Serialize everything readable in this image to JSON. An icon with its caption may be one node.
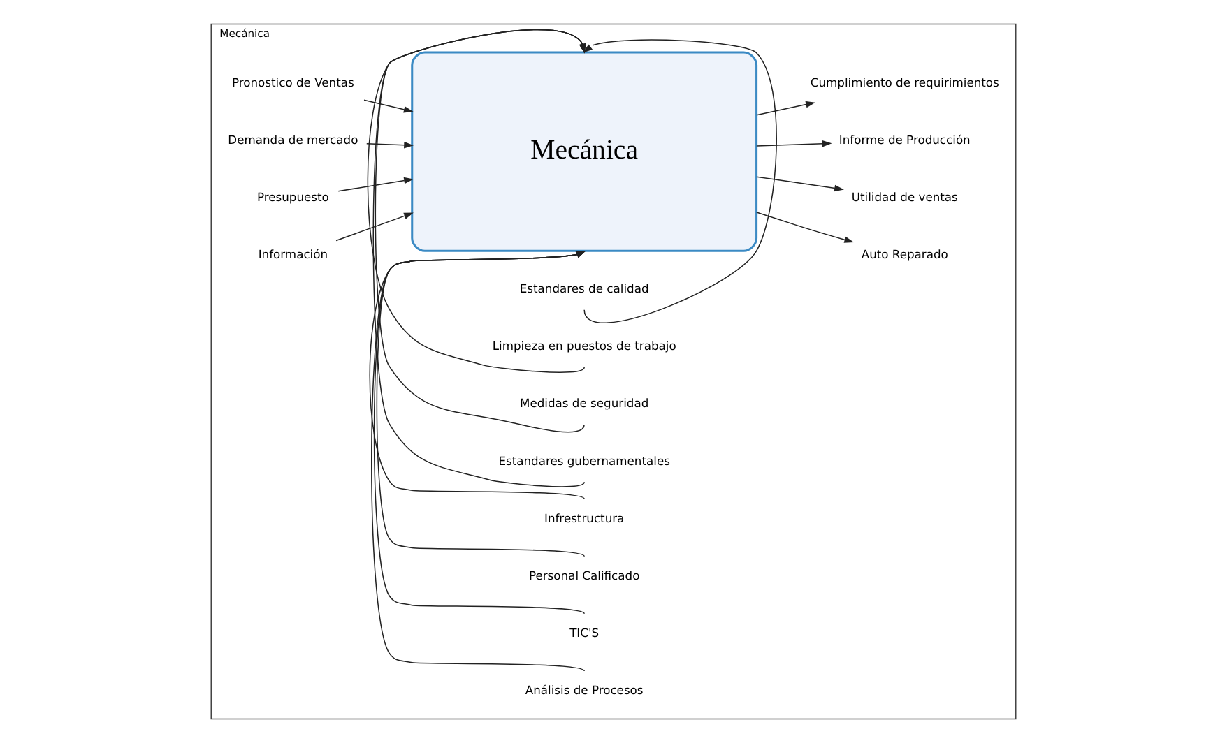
{
  "diagram": {
    "nodes": [
      {
        "text": [
          "Mecánica"
        ]
      },
      {
        "text": [
          "Mecánica"
        ],
        "in": 0
      },
      {
        "text": [
          "Estandares de calidad"
        ],
        "in": 0
      },
      {
        "text": [
          "Limpieza en puestos de trabajo"
        ],
        "in": 0
      },
      {
        "text": [
          "Medidas de seguridad"
        ],
        "in": 0
      },
      {
        "text": [
          "Estandares gubernamentales"
        ],
        "in": 0
      },
      {
        "text": [
          "Pronostico de Ventas"
        ],
        "in": 0
      },
      {
        "text": [
          "Demanda de mercado"
        ],
        "in": 0
      },
      {
        "text": [
          "Presupuesto"
        ],
        "in": 0
      },
      {
        "text": [
          "Información"
        ],
        "in": 0
      },
      {
        "text": [
          "Auto Reparado"
        ],
        "in": 0
      },
      {
        "text": [
          "Utilidad de ventas"
        ],
        "in": 0
      },
      {
        "text": [
          "Informe de Producción"
        ],
        "in": 0
      },
      {
        "text": [
          "Cumplimiento de requirimientos"
        ],
        "in": 0
      },
      {
        "text": [
          "Infrestructura"
        ],
        "in": 0
      },
      {
        "text": [
          "Personal Calificado"
        ],
        "in": 0
      },
      {
        "text": [
          "TIC'S"
        ],
        "in": 0
      },
      {
        "text": [
          "Análisis de Procesos"
        ],
        "in": 0
      }
    ],
    "edges": [
      {
        "from": 2,
        "to": 1,
        "arrow": "to"
      },
      {
        "from": 3,
        "to": 1,
        "arrow": "to"
      },
      {
        "from": 4,
        "to": 1,
        "arrow": "to"
      },
      {
        "from": 5,
        "to": 1,
        "arrow": "to"
      },
      {
        "from": 6,
        "to": 1,
        "arrow": "to"
      },
      {
        "from": 7,
        "to": 1,
        "arrow": "to"
      },
      {
        "from": 8,
        "to": 1,
        "arrow": "to"
      },
      {
        "from": 9,
        "to": 1,
        "arrow": "to"
      },
      {
        "from": 1,
        "to": 10,
        "arrow": "to"
      },
      {
        "from": 1,
        "to": 11,
        "arrow": "to"
      },
      {
        "from": 1,
        "to": 12,
        "arrow": "to"
      },
      {
        "from": 1,
        "to": 13,
        "arrow": "to"
      },
      {
        "from": 14,
        "to": 1,
        "arrow": "to"
      },
      {
        "from": 15,
        "to": 1,
        "arrow": "to"
      },
      {
        "from": 16,
        "to": 1,
        "arrow": "to"
      },
      {
        "from": 17,
        "to": 1,
        "arrow": "to"
      }
    ]
  }
}
